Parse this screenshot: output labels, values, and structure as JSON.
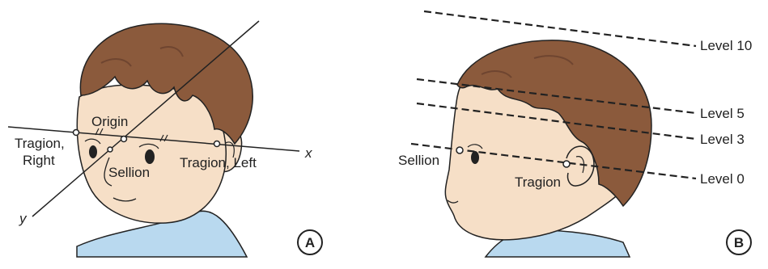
{
  "panel_a": {
    "badge": "A",
    "labels": {
      "origin": "Origin",
      "tragion_right_1": "Tragion,",
      "tragion_right_2": "Right",
      "sellion": "Sellion",
      "tragion_left": "Tragion, Left",
      "axis_x": "x",
      "axis_y": "y"
    }
  },
  "panel_b": {
    "badge": "B",
    "labels": {
      "level_10": "Level 10",
      "level_5": "Level 5",
      "level_3": "Level 3",
      "level_0": "Level 0",
      "sellion": "Sellion",
      "tragion": "Tragion"
    }
  },
  "colors": {
    "hair": "#8b5a3c",
    "hair_shadow": "#6f4530",
    "skin": "#f6dfc7",
    "skin_shadow": "#e9c8a8",
    "shirt": "#b9d9ef",
    "line": "#222222"
  }
}
